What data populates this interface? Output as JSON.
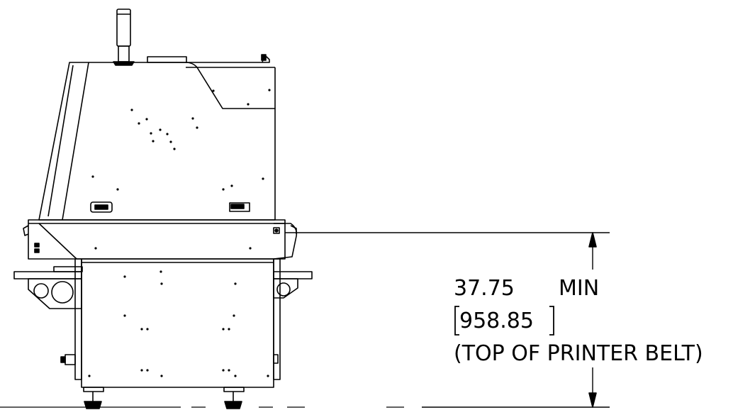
{
  "dimension": {
    "value": "37.75",
    "qualifier": "MIN",
    "metric_value": "958.85",
    "note": "(TOP OF PRINTER BELT)"
  },
  "colors": {
    "line": "#000000",
    "background": "#ffffff"
  }
}
